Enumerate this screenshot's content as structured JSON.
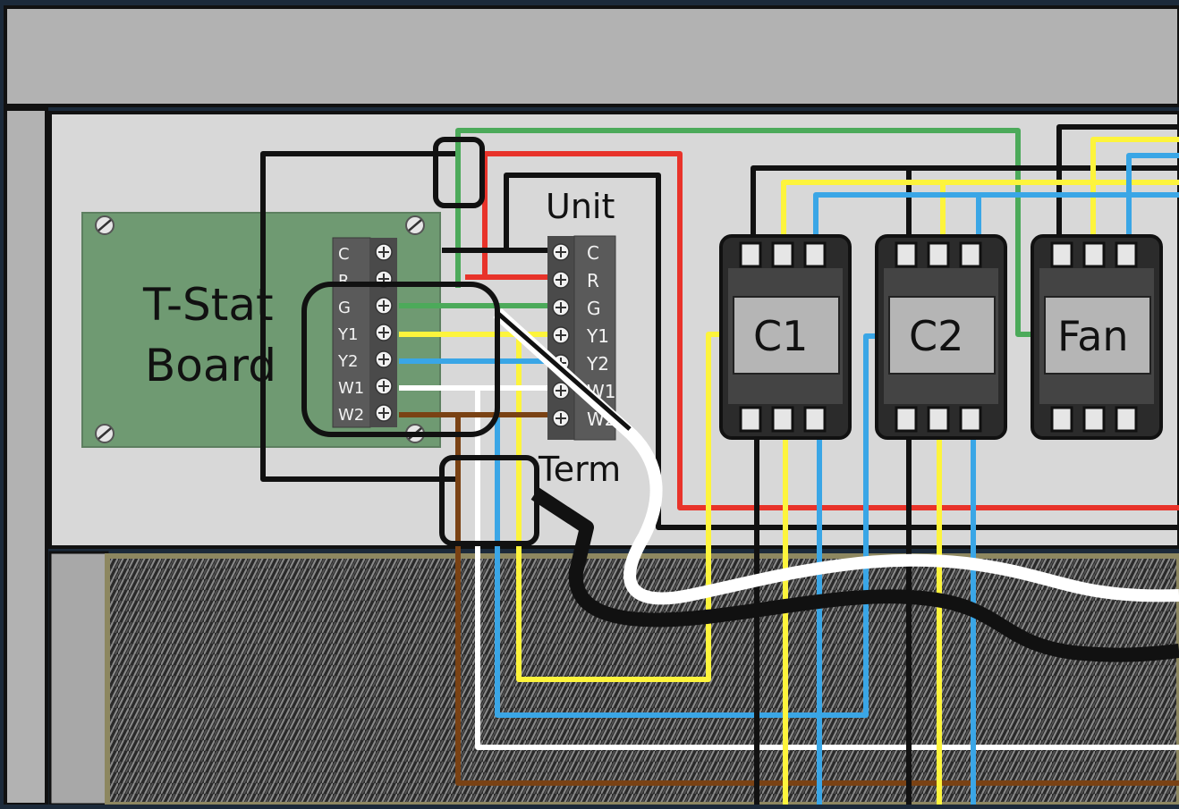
{
  "tstat_board": {
    "label_line1": "T-Stat",
    "label_line2": "Board"
  },
  "tstat_terminals": [
    "C",
    "R",
    "G",
    "Y1",
    "Y2",
    "W1",
    "W2"
  ],
  "unit_terminal": {
    "label_top": "Unit",
    "label_bottom": "Term"
  },
  "unit_terminals": [
    "C",
    "R",
    "G",
    "Y1",
    "Y2",
    "W1",
    "W2"
  ],
  "relays": [
    {
      "id": "c1",
      "label": "C1"
    },
    {
      "id": "c2",
      "label": "C2"
    },
    {
      "id": "fan",
      "label": "Fan"
    }
  ],
  "wire_colors": {
    "green": "#4caa5a",
    "red": "#e8332a",
    "black": "#111111",
    "yellow": "#fdf43c",
    "blue": "#3aa6e6",
    "white": "#ffffff",
    "brown": "#7a4214"
  },
  "board_color": "#6f9a72",
  "panel_color": "#d8d8d8"
}
